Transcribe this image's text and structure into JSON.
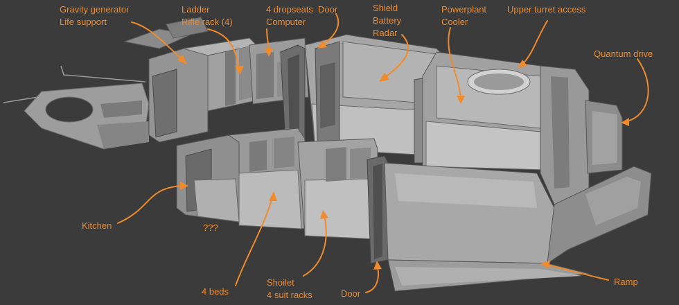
{
  "annotations": {
    "gravity_generator": "Gravity generator",
    "life_support": "Life support",
    "ladder": "Ladder",
    "rifle_rack": "Rifle rack (4)",
    "dropseats": "4 dropseats",
    "computer": "Computer",
    "door_top": "Door",
    "shield": "Shield",
    "battery": "Battery",
    "radar": "Radar",
    "powerplant": "Powerplant",
    "cooler": "Cooler",
    "upper_turret_access": "Upper turret access",
    "quantum_drive": "Quantum drive",
    "kitchen": "Kitchen",
    "unknown": "???",
    "beds": "4 beds",
    "shoilet": "Shoilet",
    "suit_racks": "4 suit racks",
    "door_bottom": "Door",
    "ramp": "Ramp"
  },
  "colors": {
    "background": "#3b3b3b",
    "annotation": "#f08a2a",
    "hull_light": "#a9a9a9",
    "hull_mid": "#8c8c8c",
    "hull_dark": "#5e5e5e"
  }
}
